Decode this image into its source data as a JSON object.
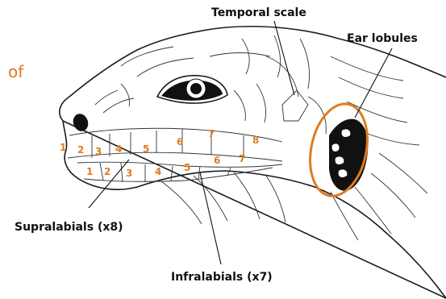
{
  "text_fragment": "of",
  "callouts": {
    "temporal": "Temporal scale",
    "ear": "Ear lobules",
    "supralabials": "Supralabials (x8)",
    "infralabials": "Infralabials (x7)"
  },
  "supralabial_numbers": [
    "1",
    "2",
    "3",
    "4",
    "5",
    "6",
    "7",
    "8"
  ],
  "infralabial_numbers": [
    "1",
    "2",
    "3",
    "4",
    "5",
    "6",
    "7"
  ],
  "colors": {
    "accent": "#e07b1f",
    "ink": "#111111"
  }
}
